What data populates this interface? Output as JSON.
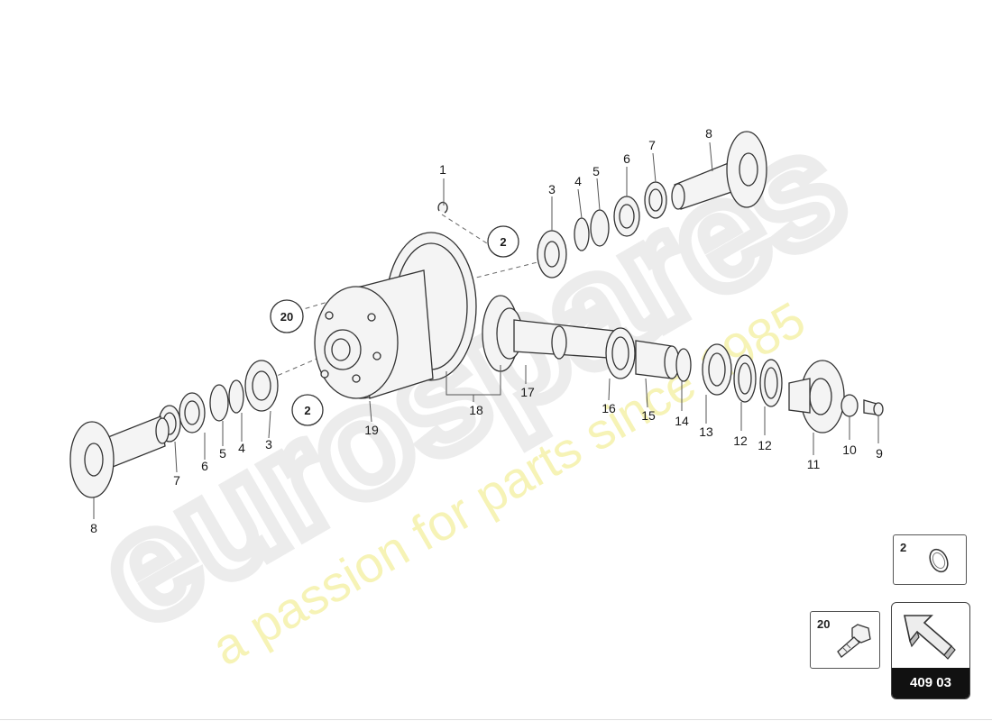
{
  "watermark": {
    "brand": "eurospares",
    "tagline": "a passion for parts since 1985"
  },
  "callouts": {
    "c2_top": "2",
    "c2_bottom": "2",
    "c20": "20"
  },
  "labels": {
    "l1": "1",
    "l3a": "3",
    "l4a": "4",
    "l5a": "5",
    "l6a": "6",
    "l7a": "7",
    "l8a": "8",
    "l3b": "3",
    "l4b": "4",
    "l5b": "5",
    "l6b": "6",
    "l7b": "7",
    "l8b": "8",
    "l9": "9",
    "l10": "10",
    "l11": "11",
    "l12a": "12",
    "l12b": "12",
    "l13": "13",
    "l14": "14",
    "l15": "15",
    "l16": "16",
    "l17": "17",
    "l18": "18",
    "l19": "19"
  },
  "inset_boxes": {
    "ring_clip": {
      "number": "2",
      "icon": "ring-clip-icon"
    },
    "bolt": {
      "number": "20",
      "icon": "bolt-icon"
    }
  },
  "reference": {
    "code": "409 03",
    "icon": "arrow-icon"
  },
  "colors": {
    "watermark": "#eeeeee",
    "tagline": "#f6f3b6",
    "ink": "#1a1a1a"
  }
}
